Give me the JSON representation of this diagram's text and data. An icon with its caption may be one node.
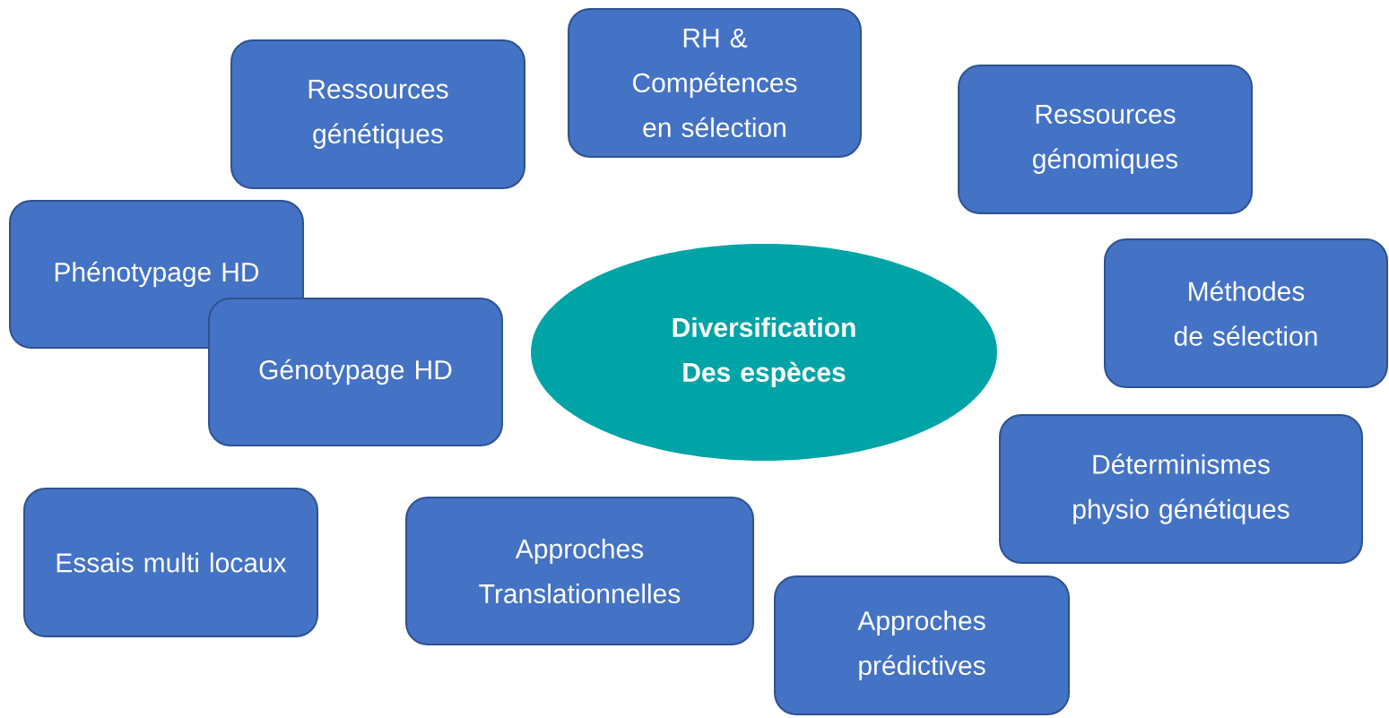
{
  "diagram": {
    "nodes": [
      {
        "text": [
          "RH & Compétences en sélection"
        ]
      },
      {
        "text": [
          "Ressources génétiques"
        ]
      },
      {
        "text": [
          "Ressources génomiques"
        ]
      },
      {
        "text": [
          "Phénotypage HD"
        ]
      },
      {
        "text": [
          "Méthodes de sélection"
        ]
      },
      {
        "text": [
          "Diversification Des espèces"
        ]
      },
      {
        "text": [
          "Génotypage HD"
        ]
      },
      {
        "text": [
          "Déterminismes physio génétiques"
        ]
      },
      {
        "text": [
          "Essais multi locaux"
        ]
      },
      {
        "text": [
          "Approches Translationnelles"
        ]
      },
      {
        "text": [
          "Approches prédictives"
        ]
      }
    ]
  }
}
